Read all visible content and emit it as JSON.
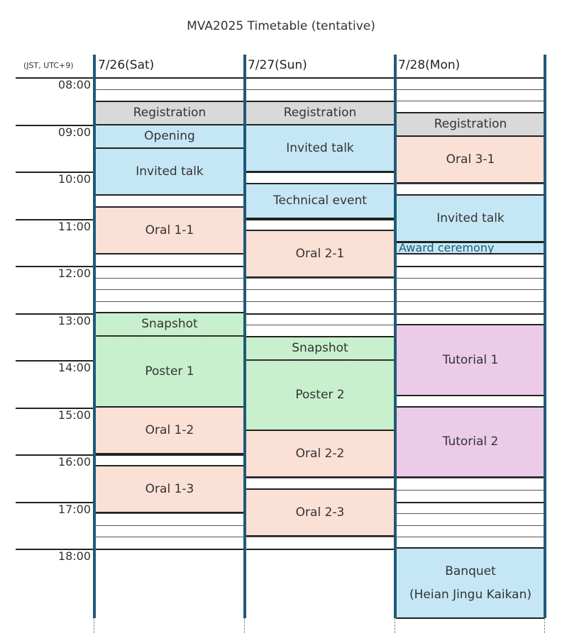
{
  "title": "MVA2025 Timetable (tentative)",
  "timezone_label": "(JST, UTC+9)",
  "days": [
    {
      "label": "7/26(Sat)"
    },
    {
      "label": "7/27(Sun)"
    },
    {
      "label": "7/28(Mon)"
    }
  ],
  "hours": [
    "08:00",
    "09:00",
    "10:00",
    "11:00",
    "12:00",
    "13:00",
    "14:00",
    "15:00",
    "16:00",
    "17:00",
    "18:00"
  ],
  "events": {
    "sat": {
      "registration": "Registration",
      "opening": "Opening",
      "invited_talk": "Invited talk",
      "oral_1_1": "Oral 1-1",
      "snapshot": "Snapshot",
      "poster_1": "Poster 1",
      "oral_1_2": "Oral 1-2",
      "oral_1_3": "Oral 1-3"
    },
    "sun": {
      "registration": "Registration",
      "invited_talk": "Invited talk",
      "technical_event": "Technical event",
      "oral_2_1": "Oral 2-1",
      "snapshot": "Snapshot",
      "poster_2": "Poster 2",
      "oral_2_2": "Oral 2-2",
      "oral_2_3": "Oral 2-3"
    },
    "mon": {
      "registration": "Registration",
      "oral_3_1": "Oral 3-1",
      "invited_talk": "Invited talk",
      "award_ceremony": "Award ceremony",
      "tutorial_1": "Tutorial 1",
      "tutorial_2": "Tutorial 2",
      "banquet": "Banquet",
      "banquet_venue": "(Heian Jingu Kaikan)"
    }
  },
  "colors": {
    "registration": "#d9d9d9",
    "session_blue": "#c5e7f5",
    "oral_orange": "#fbe0d6",
    "poster_green": "#c8f0cc",
    "tutorial_purple": "#eccbe8",
    "column_bar": "#1f5a78"
  }
}
